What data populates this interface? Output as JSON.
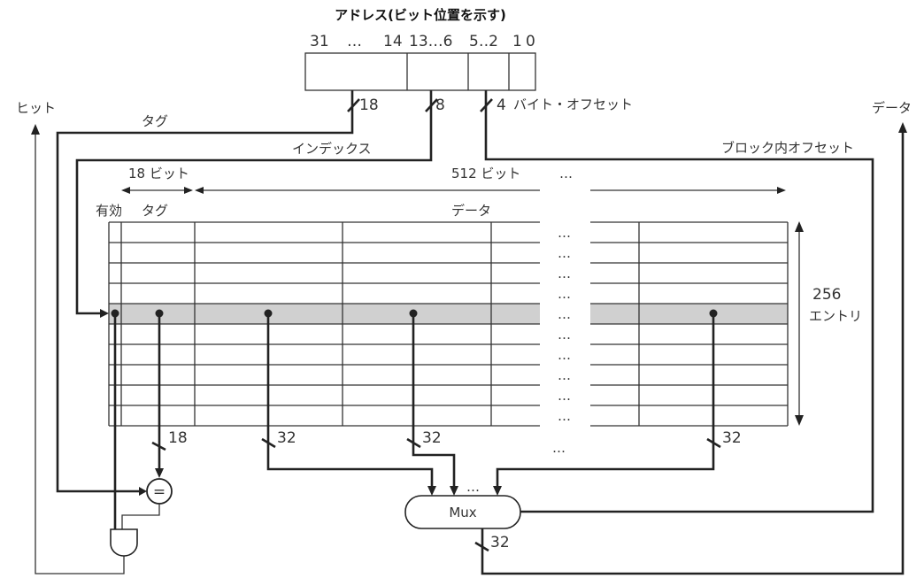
{
  "title": "アドレス(ビット位置を示す)",
  "address_bits": {
    "b31": "31",
    "dots1": "…",
    "b14": "14",
    "b13_6": "13…6",
    "b5_2": "5‥2",
    "b1": "1",
    "b0": "0"
  },
  "widths": {
    "tag": "18",
    "index": "8",
    "offset": "4",
    "data_tag": "18",
    "data_word": "32"
  },
  "labels": {
    "byte_offset": "バイト・オフセット",
    "tag": "タグ",
    "index": "インデックス",
    "block_offset": "ブロック内オフセット",
    "hit": "ヒット",
    "data_out": "データ",
    "tag_bits": "18 ビット",
    "data_bits": "512 ビット",
    "valid_col": "有効",
    "tag_col": "タグ",
    "data_col": "データ",
    "entries_count": "256",
    "entries": "エントリ",
    "mux": "Mux",
    "equals": "=",
    "ellipsis": "…"
  },
  "colors": {
    "highlight": "#d0d0d0",
    "line": "#222222"
  }
}
